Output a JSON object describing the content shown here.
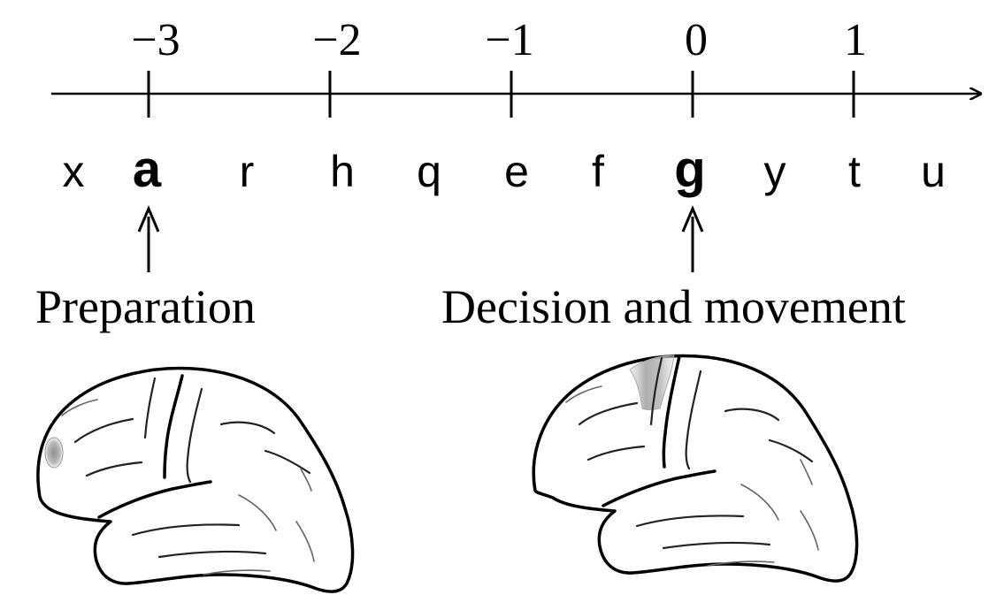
{
  "timeline": {
    "ticks": [
      "−3",
      "−2",
      "−1",
      "0",
      "1"
    ],
    "letters": [
      "x",
      "a",
      "r",
      "h",
      "q",
      "e",
      "f",
      "g",
      "y",
      "t",
      "u"
    ],
    "highlighted_letters": [
      "a",
      "g"
    ]
  },
  "stages": {
    "preparation": "Preparation",
    "decision": "Decision and movement"
  },
  "colors": {
    "ink": "#000000",
    "activation": "#9a9a9a",
    "background": "#ffffff"
  }
}
